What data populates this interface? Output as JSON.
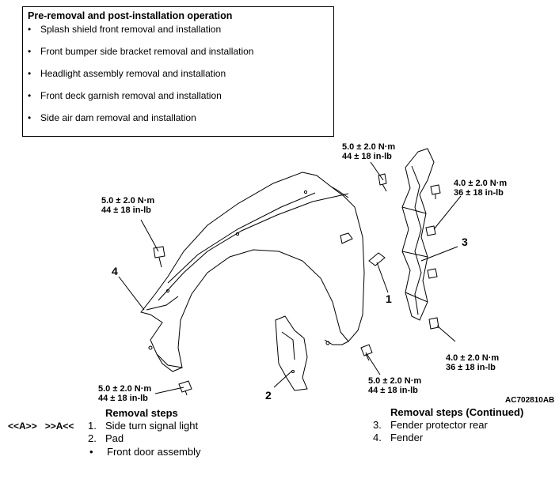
{
  "pre_box": {
    "title": "Pre-removal and post-installation operation",
    "items": [
      "Splash shield front removal and installation",
      "Front bumper side bracket removal and installation",
      "Headlight assembly removal and installation",
      "Front deck garnish removal and installation",
      "Side air dam removal and installation"
    ],
    "bullet": "•"
  },
  "torques": {
    "top_right": {
      "nm": "5.0 ± 2.0 N·m",
      "inlb": "44 ± 18 in-lb"
    },
    "right_upper": {
      "nm": "4.0 ± 2.0 N·m",
      "inlb": "36 ± 18 in-lb"
    },
    "left_upper": {
      "nm": "5.0 ± 2.0 N·m",
      "inlb": "44 ± 18 in-lb"
    },
    "right_lower": {
      "nm": "4.0 ± 2.0 N·m",
      "inlb": "36 ± 18 in-lb"
    },
    "mid_lower": {
      "nm": "5.0 ± 2.0 N·m",
      "inlb": "44 ± 18 in-lb"
    },
    "left_lower": {
      "nm": "5.0 ± 2.0 N·m",
      "inlb": "44 ± 18 in-lb"
    }
  },
  "callouts": {
    "c1": "1",
    "c2": "2",
    "c3": "3",
    "c4": "4"
  },
  "figure_code": "AC702810AB",
  "removal_steps": {
    "title": "Removal steps",
    "tags": "<<A>>   >>A<<",
    "items": [
      {
        "num": "1.",
        "label": "Side turn signal light"
      },
      {
        "num": "2.",
        "label": "Pad"
      },
      {
        "num": "•",
        "label": "Front door assembly"
      }
    ]
  },
  "removal_steps_continued": {
    "title": "Removal steps (Continued)",
    "items": [
      {
        "num": "3.",
        "label": "Fender protector rear"
      },
      {
        "num": "4.",
        "label": "Fender"
      }
    ]
  }
}
